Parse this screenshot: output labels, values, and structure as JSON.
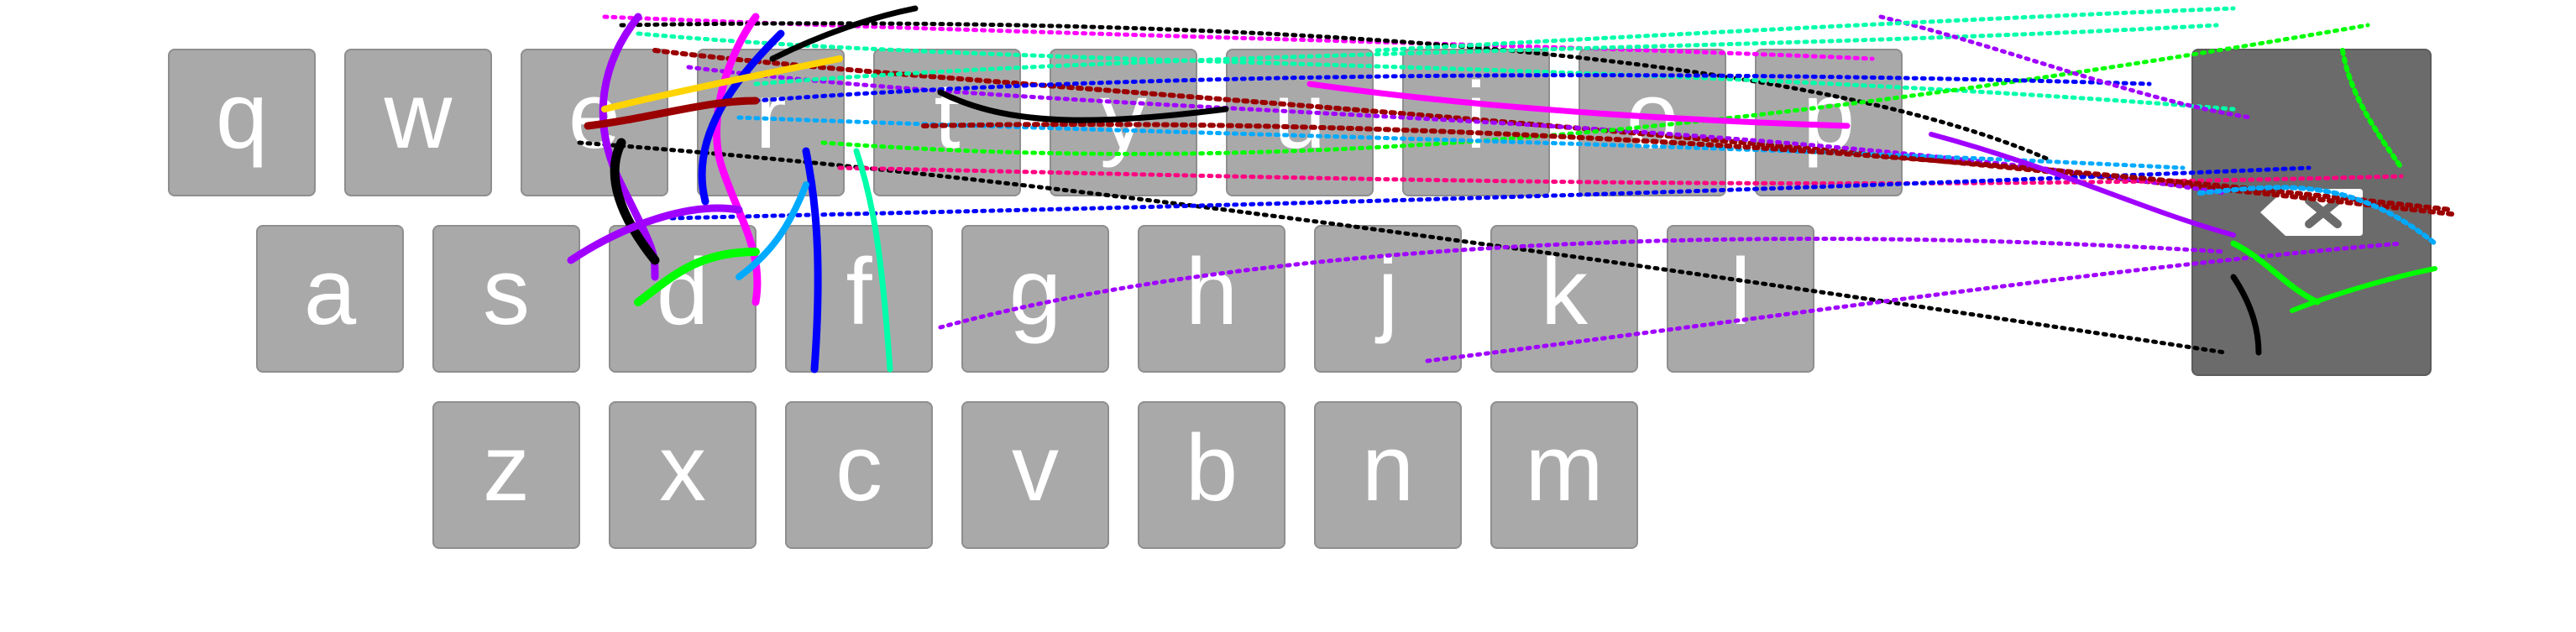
{
  "keyboard": {
    "rows": [
      [
        "q",
        "w",
        "e",
        "r",
        "t",
        "y",
        "u",
        "i",
        "o",
        "p"
      ],
      [
        "a",
        "s",
        "d",
        "f",
        "g",
        "h",
        "j",
        "k",
        "l"
      ],
      [
        "z",
        "x",
        "c",
        "v",
        "b",
        "n",
        "m"
      ]
    ],
    "backspace_icon": "backspace-icon"
  },
  "colors": {
    "key_bg": "#a9a9aa",
    "key_text": "#ffffff",
    "backspace_bg": "#6b6b6b",
    "trace_palette": [
      "#ff00ff",
      "#00ff00",
      "#0000ff",
      "#000000",
      "#a000ff",
      "#00ffaa",
      "#9b0000",
      "#00aaff",
      "#ff0080",
      "#ffd400"
    ]
  }
}
